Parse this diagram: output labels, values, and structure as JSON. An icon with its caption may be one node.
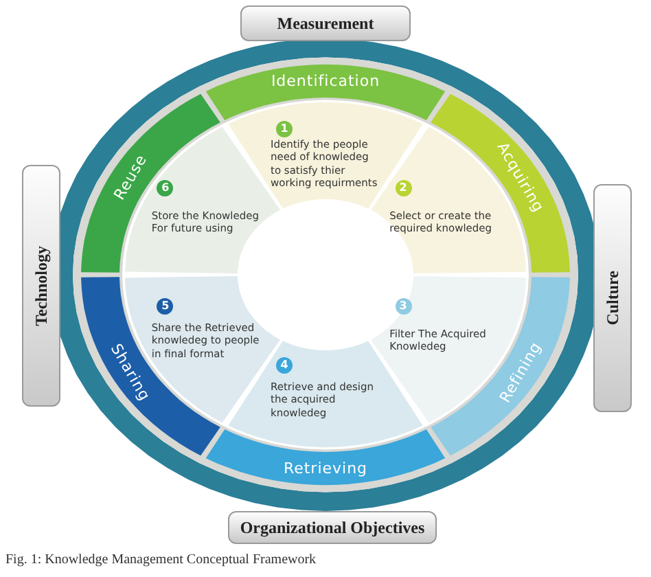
{
  "diagram": {
    "caption": "Fig. 1: Knowledge Management Conceptual Framework",
    "nodes": [
      {
        "text": [
          "Measurement"
        ]
      },
      {
        "text": [
          "Technology"
        ]
      },
      {
        "text": [
          "Culture"
        ]
      },
      {
        "text": [
          "Organizational Objectives"
        ]
      },
      {
        "text": [
          "Identification"
        ]
      },
      {
        "text": [
          "1",
          "Identify the people need of knowledeg to satisfy thier working requirments"
        ]
      },
      {
        "text": [
          "Acquiring"
        ]
      },
      {
        "text": [
          "2",
          "Select or create the required knowledeg"
        ]
      },
      {
        "text": [
          "Refining"
        ]
      },
      {
        "text": [
          "3",
          "Filter The Acquired Knowledeg"
        ]
      },
      {
        "text": [
          "Retrieving"
        ]
      },
      {
        "text": [
          "4",
          "Retrieve and design the acquired knowledeg"
        ]
      },
      {
        "text": [
          "Sharing"
        ]
      },
      {
        "text": [
          "5",
          "Share the Retrieved knowledeg to people in final format"
        ]
      },
      {
        "text": [
          "Reuse"
        ]
      },
      {
        "text": [
          "6",
          "Store the Knowledeg For future using"
        ]
      }
    ]
  }
}
